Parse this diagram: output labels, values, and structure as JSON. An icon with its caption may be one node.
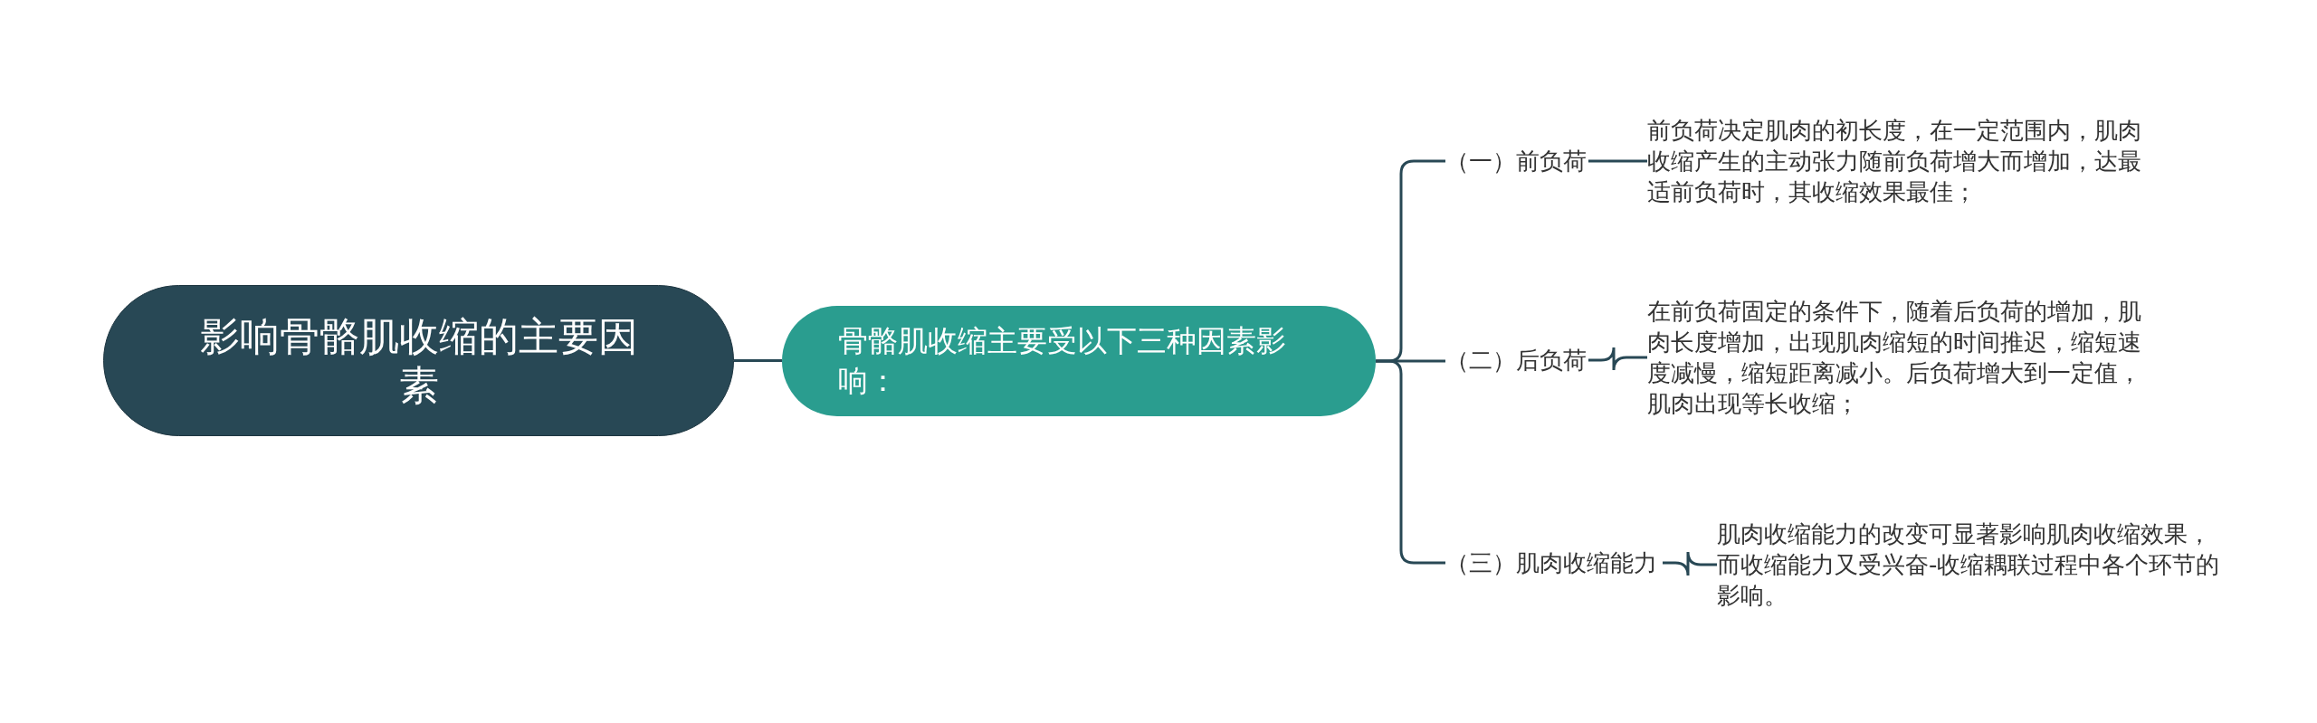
{
  "diagram": {
    "nodes": [
      {
        "text": [
          "影响骨骼肌收缩的主要因素"
        ]
      },
      {
        "text": [
          "骨骼肌收缩主要受以下三种因素影响："
        ]
      },
      {
        "text": [
          "（一）前负荷"
        ]
      },
      {
        "text": [
          "前负荷决定肌肉的初长度，在一定范围内，肌肉收缩产生的主动张力随前负荷增大而增加，达最适前负荷时，其收缩效果最佳；"
        ]
      },
      {
        "text": [
          "（二）后负荷"
        ]
      },
      {
        "text": [
          "在前负荷固定的条件下，随着后负荷的增加，肌肉长度增加，出现肌肉缩短的时间推迟，缩短速度减慢，缩短距离减小。后负荷增大到一定值，肌肉出现等长收缩；"
        ]
      },
      {
        "text": [
          "（三）肌肉收缩能力"
        ]
      },
      {
        "text": [
          "肌肉收缩能力的改变可显著影响肌肉收缩效果，而收缩能力又受兴奋-收缩耦联过程中各个环节的影响。"
        ]
      }
    ],
    "edges": [
      {
        "from": 0,
        "to": 1,
        "arrow": "none"
      },
      {
        "from": 1,
        "to": 2,
        "arrow": "none"
      },
      {
        "from": 1,
        "to": 4,
        "arrow": "none"
      },
      {
        "from": 1,
        "to": 6,
        "arrow": "none"
      },
      {
        "from": 2,
        "to": 3,
        "arrow": "none"
      },
      {
        "from": 4,
        "to": 5,
        "arrow": "none"
      },
      {
        "from": 6,
        "to": 7,
        "arrow": "none"
      }
    ]
  }
}
